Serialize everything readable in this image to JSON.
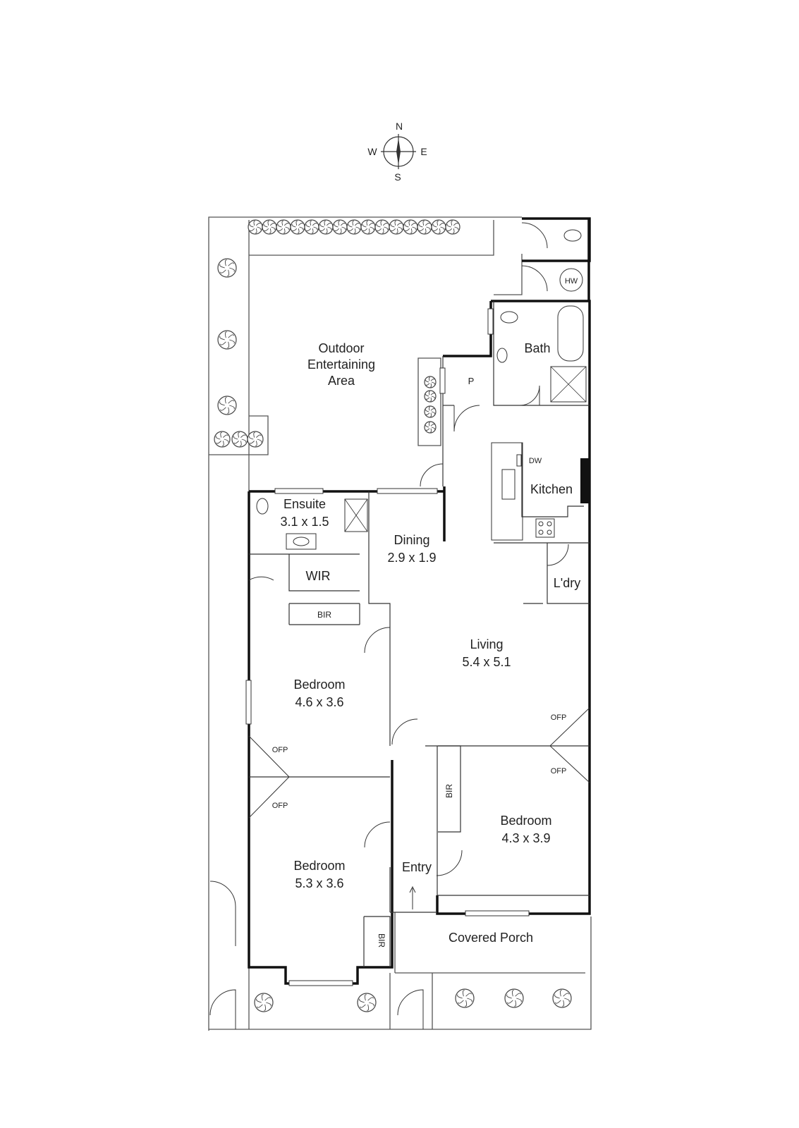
{
  "compass": {
    "n": "N",
    "s": "S",
    "e": "E",
    "w": "W"
  },
  "rooms": {
    "outdoor": {
      "line1": "Outdoor",
      "line2": "Entertaining",
      "line3": "Area"
    },
    "bath": {
      "name": "Bath"
    },
    "pantry": {
      "name": "P"
    },
    "kitchen": {
      "name": "Kitchen",
      "dw": "DW"
    },
    "ensuite": {
      "name": "Ensuite",
      "size": "3.1 x 1.5"
    },
    "dining": {
      "name": "Dining",
      "size": "2.9 x 1.9"
    },
    "wir": {
      "name": "WIR"
    },
    "laundry": {
      "name": "L'dry"
    },
    "hw": {
      "name": "HW"
    },
    "bir1": {
      "name": "BIR"
    },
    "bir2": {
      "name": "BIR"
    },
    "bir3": {
      "name": "BIR"
    },
    "living": {
      "name": "Living",
      "size": "5.4 x 5.1"
    },
    "bedroom1": {
      "name": "Bedroom",
      "size": "4.6 x 3.6"
    },
    "bedroom2": {
      "name": "Bedroom",
      "size": "4.3 x 3.9"
    },
    "bedroom3": {
      "name": "Bedroom",
      "size": "5.3 x 3.6"
    },
    "entry": {
      "name": "Entry"
    },
    "porch": {
      "name": "Covered Porch"
    }
  },
  "ofp": {
    "bed1": "OFP",
    "living": "OFP",
    "bed2": "OFP",
    "bed3": "OFP"
  }
}
